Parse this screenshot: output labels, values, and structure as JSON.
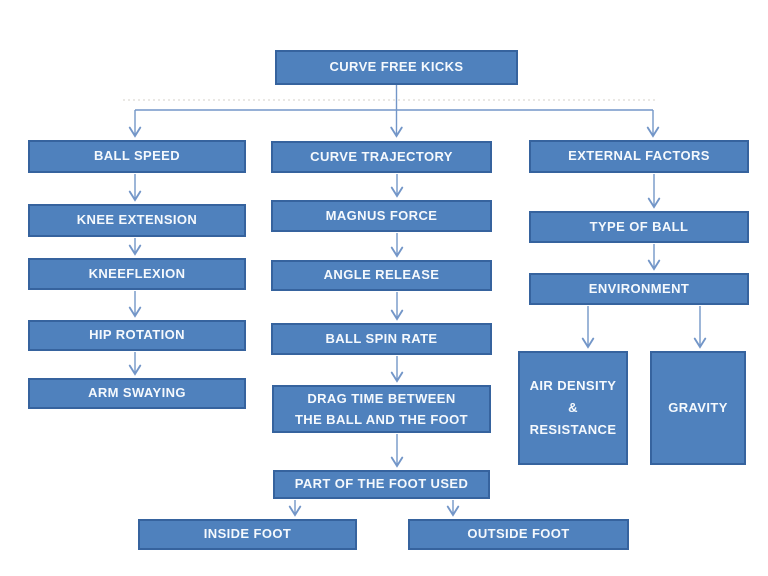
{
  "diagram_title": "CURVE FREE KICKS",
  "colors": {
    "node_fill": "#4f81bd",
    "node_border": "#36639e",
    "node_text": "#f5f9fd",
    "connector": "#7396c8",
    "canvas_bg": "#ffffff"
  },
  "nodes": {
    "root": {
      "label": "CURVE FREE KICKS"
    },
    "ball_speed": {
      "label": "BALL SPEED"
    },
    "knee_extension": {
      "label": "KNEE EXTENSION"
    },
    "kneeflexion": {
      "label": "KNEEFLEXION"
    },
    "hip_rotation": {
      "label": "HIP ROTATION"
    },
    "arm_swaying": {
      "label": "ARM SWAYING"
    },
    "curve_trajectory": {
      "label": "CURVE TRAJECTORY"
    },
    "magnus_force": {
      "label": "MAGNUS FORCE"
    },
    "angle_release": {
      "label": "ANGLE RELEASE"
    },
    "ball_spin_rate": {
      "label": "BALL SPIN RATE"
    },
    "drag_time": {
      "lines": [
        "DRAG TIME BETWEEN",
        "THE BALL AND THE FOOT"
      ]
    },
    "part_of_foot": {
      "label": "PART OF THE FOOT USED"
    },
    "inside_foot": {
      "label": "INSIDE FOOT"
    },
    "outside_foot": {
      "label": "OUTSIDE FOOT"
    },
    "external_factors": {
      "label": "EXTERNAL FACTORS"
    },
    "type_of_ball": {
      "label": "TYPE OF BALL"
    },
    "environment": {
      "label": "ENVIRONMENT"
    },
    "air_density": {
      "lines": [
        "AIR DENSITY",
        "&",
        "RESISTANCE"
      ]
    },
    "gravity": {
      "label": "GRAVITY"
    }
  },
  "edges": [
    {
      "from": "root",
      "to": "ball_speed"
    },
    {
      "from": "root",
      "to": "curve_trajectory"
    },
    {
      "from": "root",
      "to": "external_factors"
    },
    {
      "from": "ball_speed",
      "to": "knee_extension"
    },
    {
      "from": "knee_extension",
      "to": "kneeflexion"
    },
    {
      "from": "kneeflexion",
      "to": "hip_rotation"
    },
    {
      "from": "hip_rotation",
      "to": "arm_swaying"
    },
    {
      "from": "curve_trajectory",
      "to": "magnus_force"
    },
    {
      "from": "magnus_force",
      "to": "angle_release"
    },
    {
      "from": "angle_release",
      "to": "ball_spin_rate"
    },
    {
      "from": "ball_spin_rate",
      "to": "drag_time"
    },
    {
      "from": "drag_time",
      "to": "part_of_foot"
    },
    {
      "from": "part_of_foot",
      "to": "inside_foot"
    },
    {
      "from": "part_of_foot",
      "to": "outside_foot"
    },
    {
      "from": "external_factors",
      "to": "type_of_ball"
    },
    {
      "from": "type_of_ball",
      "to": "environment"
    },
    {
      "from": "environment",
      "to": "air_density"
    },
    {
      "from": "environment",
      "to": "gravity"
    }
  ]
}
